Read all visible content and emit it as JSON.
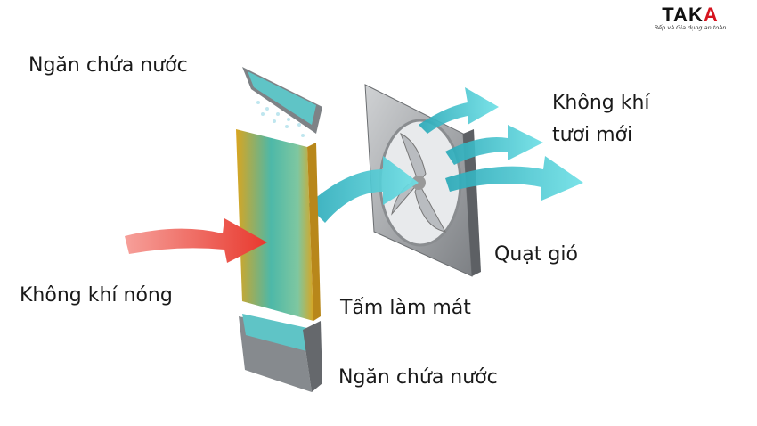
{
  "logo": {
    "brand_left": "TAK",
    "brand_right": "A",
    "tagline": "Bếp và Gia dụng an toàn"
  },
  "labels": {
    "top_tray": "Ngăn chứa nước",
    "fresh_air_line1": "Không khí",
    "fresh_air_line2": "tươi mới",
    "fan": "Quạt gió",
    "hot_air": "Không khí nóng",
    "cooling_pad": "Tấm làm mát",
    "bottom_tray": "Ngăn chứa nước"
  },
  "colors": {
    "hot_air": "#e8392e",
    "cool_air": "#3fc3cf",
    "pad_edge": "#d9a520",
    "brand_red": "#d6141f"
  }
}
